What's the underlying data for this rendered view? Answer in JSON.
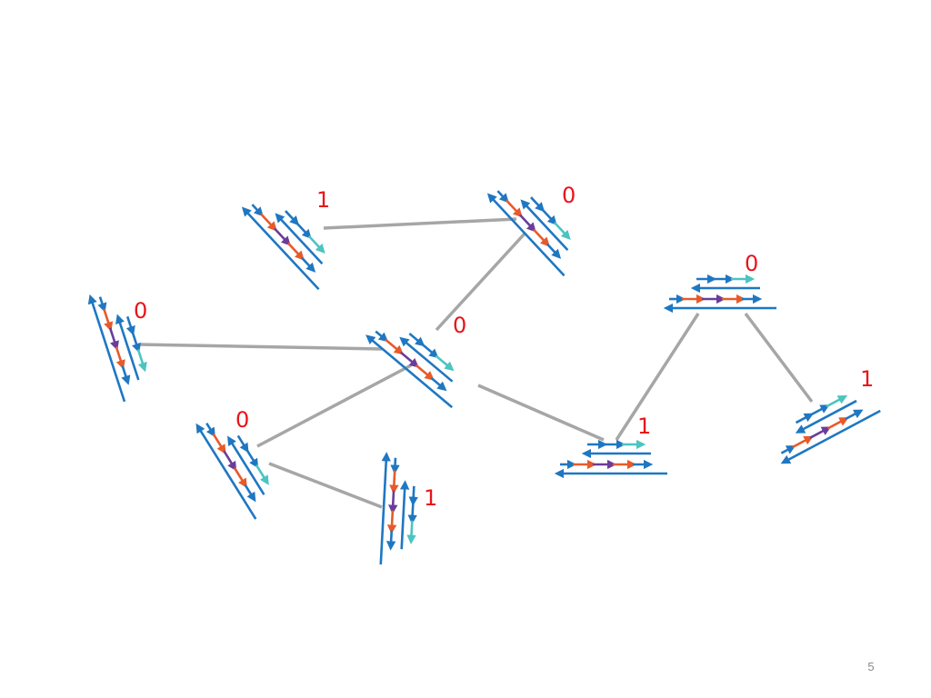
{
  "colors": {
    "edge": "#a6a6a6",
    "strand": "#1f77c2",
    "orange": "#e85a2a",
    "purple": "#6a3d9a",
    "teal": "#4cc4c0",
    "label": "#e8141b",
    "page_number": "#8a8a8a"
  },
  "nodes": [
    {
      "id": "n1",
      "label": "1"
    },
    {
      "id": "n2",
      "label": "0"
    },
    {
      "id": "n3",
      "label": "0"
    },
    {
      "id": "n4",
      "label": "0"
    },
    {
      "id": "n5",
      "label": "0"
    },
    {
      "id": "n6",
      "label": "1"
    },
    {
      "id": "n7",
      "label": "1"
    },
    {
      "id": "n8",
      "label": "0"
    },
    {
      "id": "n9",
      "label": "1"
    }
  ],
  "edges": [
    [
      "n1",
      "n2"
    ],
    [
      "n2",
      "n4"
    ],
    [
      "n3",
      "n4"
    ],
    [
      "n4",
      "n5"
    ],
    [
      "n4",
      "n7"
    ],
    [
      "n5",
      "n6"
    ],
    [
      "n7",
      "n8"
    ],
    [
      "n8",
      "n9"
    ]
  ],
  "page_number": "5"
}
